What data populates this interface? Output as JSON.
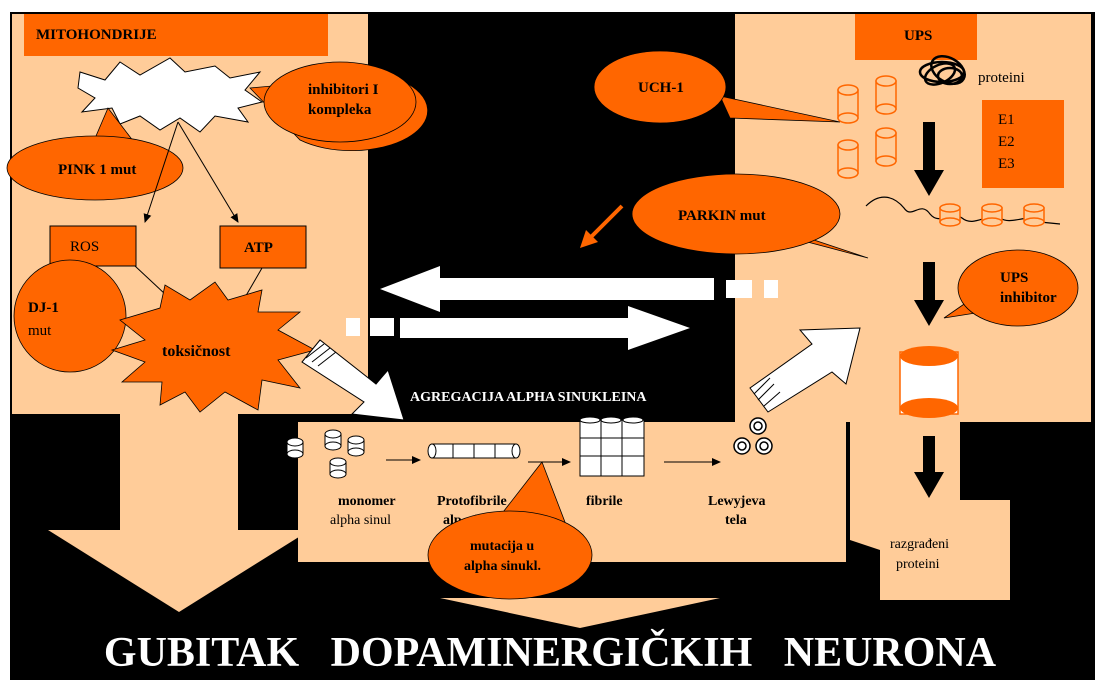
{
  "mitochondria": {
    "title": "MITOHONDRIJE",
    "inhibitors": [
      "inhibitori I",
      "kompleka"
    ],
    "pink1": "PINK 1  mut",
    "ros": "ROS",
    "atp": "ATP",
    "dj1": [
      "DJ-1",
      "mut"
    ],
    "toxicity": "toksičnost"
  },
  "ups": {
    "title": "UPS",
    "uch1": "UCH-1",
    "proteins": "proteini",
    "enzymes": [
      "E1",
      "E2",
      "E3"
    ],
    "parkin": "PARKIN mut",
    "inhibitor": [
      "UPS",
      "inhibitor"
    ],
    "degraded": [
      "razgrađeni",
      "proteini"
    ]
  },
  "aggregation": {
    "title": "AGREGACIJA ALPHA SINUKLEINA",
    "stages": [
      {
        "bold": "monomer",
        "normal": "alpha sinul"
      },
      {
        "bold": "Protofibrile",
        "bold2": "alp. sinuk"
      },
      {
        "bold": "fibrile"
      },
      {
        "bold": "Lewyjeva",
        "bold2": "tela"
      }
    ],
    "mutation": [
      "mutacija u",
      "alpha sinukl."
    ]
  },
  "footer": "GUBITAK   DOPAMINERGIČKIH   NEURONA",
  "colors": {
    "background": "#000000",
    "panel": "#FFCC99",
    "accent": "#FF6600",
    "white": "#FFFFFF"
  }
}
